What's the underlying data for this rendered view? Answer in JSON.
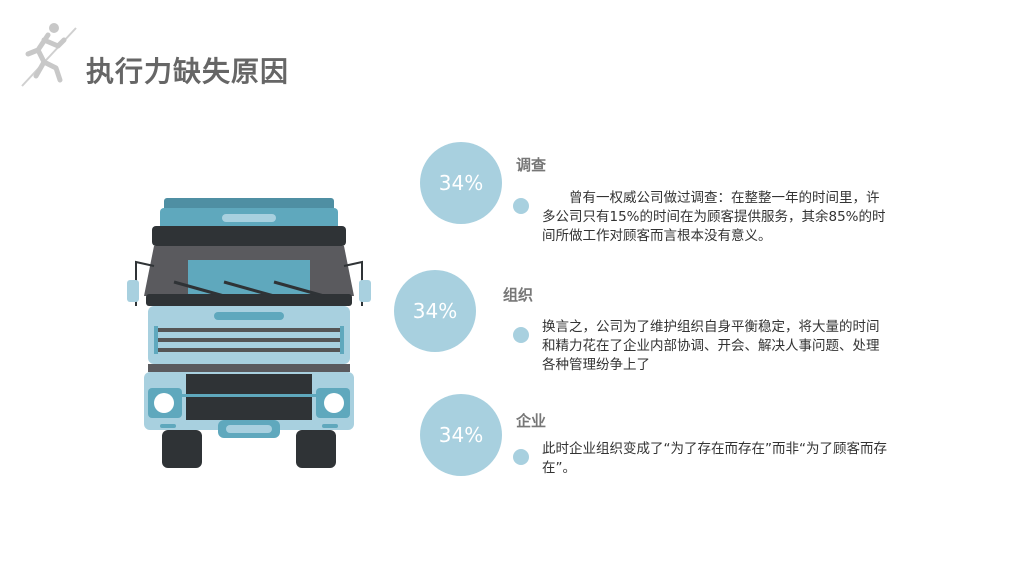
{
  "title": "执行力缺失原因",
  "colors": {
    "accent": "#a8d0df",
    "truck_body": "#a8d0df",
    "truck_dark": "#2f3336",
    "truck_teal": "#5fa8bd"
  },
  "items": [
    {
      "percent": "34%",
      "heading": "调查",
      "text": "　　曾有一权威公司做过调查：在整整一年的时间里，许多公司只有15%的时间在为顾客提供服务，其余85%的时间所做工作对顾客而言根本没有意义。"
    },
    {
      "percent": "34%",
      "heading": "组织",
      "text": "换言之，公司为了维护组织自身平衡稳定，将大量的时间和精力花在了企业内部协调、开会、解决人事问题、处理各种管理纷争上了"
    },
    {
      "percent": "34%",
      "heading": "企业",
      "text": "此时企业组织变成了“为了存在而存在”而非“为了顾客而存在”。"
    }
  ]
}
